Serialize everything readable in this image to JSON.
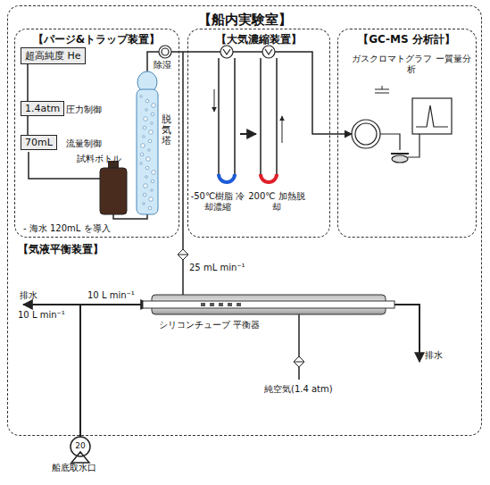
{
  "diagram": {
    "nodes": [
      {
        "text": [
          "【船内実験室】"
        ]
      },
      {
        "text": [
          "【パージ&トラップ装置】"
        ],
        "in": 0
      },
      {
        "text": [
          "超高純度 He"
        ],
        "in": 1
      },
      {
        "text": [
          "1.4atm"
        ],
        "in": 1
      },
      {
        "text": [
          "70mL"
        ],
        "in": 1
      },
      {
        "text": [
          "【大気濃縮装置】"
        ],
        "in": 0
      },
      {
        "text": [
          "【GC-MS 分析計】"
        ],
        "in": 0
      }
    ],
    "edges": [
      {
        "from": 2,
        "to": 3,
        "arrow": "none"
      },
      {
        "from": 3,
        "to": 4,
        "arrow": "none"
      }
    ],
    "labels": [
      "圧力制御",
      "流量制御",
      "試料ボトル",
      "脱気塔",
      "除湿",
      "- 海水 120mL を導入",
      "-50℃樹脂 冷却濃縮",
      "200℃ 加熱脱却",
      "ガスクロマトグラフ ー質量分析",
      "【気液平衡装置】",
      "25 mL min⁻¹",
      "10 L min⁻¹",
      "排水",
      "10 L min⁻¹",
      "シリコンチューブ 平衡器",
      "純空気(1.4 atm)",
      "排水",
      "20",
      "船底取水口"
    ]
  }
}
